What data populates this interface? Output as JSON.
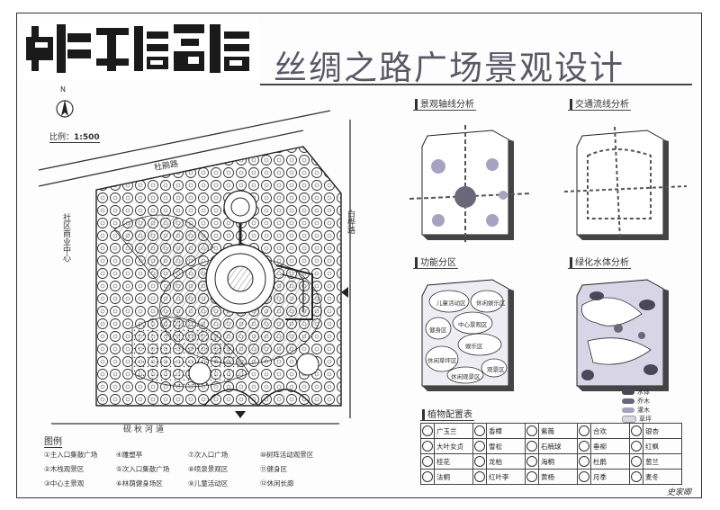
{
  "title": "丝绸之路广场景观设计",
  "north": "N",
  "scale": {
    "label": "比例：",
    "value": "1:500"
  },
  "roads": {
    "north": "杜鹃路",
    "east": "白桦路",
    "south": "砚秋河道",
    "west": "社区商业中心"
  },
  "panels": {
    "axis": "景观轴线分析",
    "traffic": "交通流线分析",
    "function": "功能分区",
    "green": "绿化水体分析",
    "plants": "植物配置表"
  },
  "zones": [
    "儿童活动区",
    "休闲娱乐区",
    "中心景观区",
    "健身区",
    "娱乐区",
    "休闲草坪区",
    "观景区",
    "休闲观景区"
  ],
  "green_legend": [
    "水体",
    "乔木",
    "灌木",
    "草坪"
  ],
  "legend": {
    "title": "图例",
    "items": [
      "①主入口集散广场",
      "④雕塑亭",
      "⑦次入口广场",
      "⑩树阵活动观景区",
      "②木栈观景区",
      "⑤次入口集散广场",
      "⑧喷泉景观区",
      "⑪健身区",
      "③中心主景观",
      "⑥林荫健身场区",
      "⑨儿童活动区",
      "⑫休闲长廊"
    ]
  },
  "plants": [
    [
      "广玉兰",
      "香樟",
      "紫薇",
      "合欢",
      "银杏"
    ],
    [
      "大叶女贞",
      "雪松",
      "石楠球",
      "垂柳",
      "红枫"
    ],
    [
      "桂花",
      "龙柏",
      "海桐",
      "杜鹃",
      "葱兰"
    ],
    [
      "法桐",
      "红叶李",
      "黄杨",
      "月季",
      "麦冬"
    ]
  ],
  "signature": "史家卿",
  "colors": {
    "water": "#4a4858",
    "tree": "#6a6878",
    "shrub": "#a6a2c0",
    "lawn": "#d8d6e6",
    "accent": "#5a5866"
  }
}
